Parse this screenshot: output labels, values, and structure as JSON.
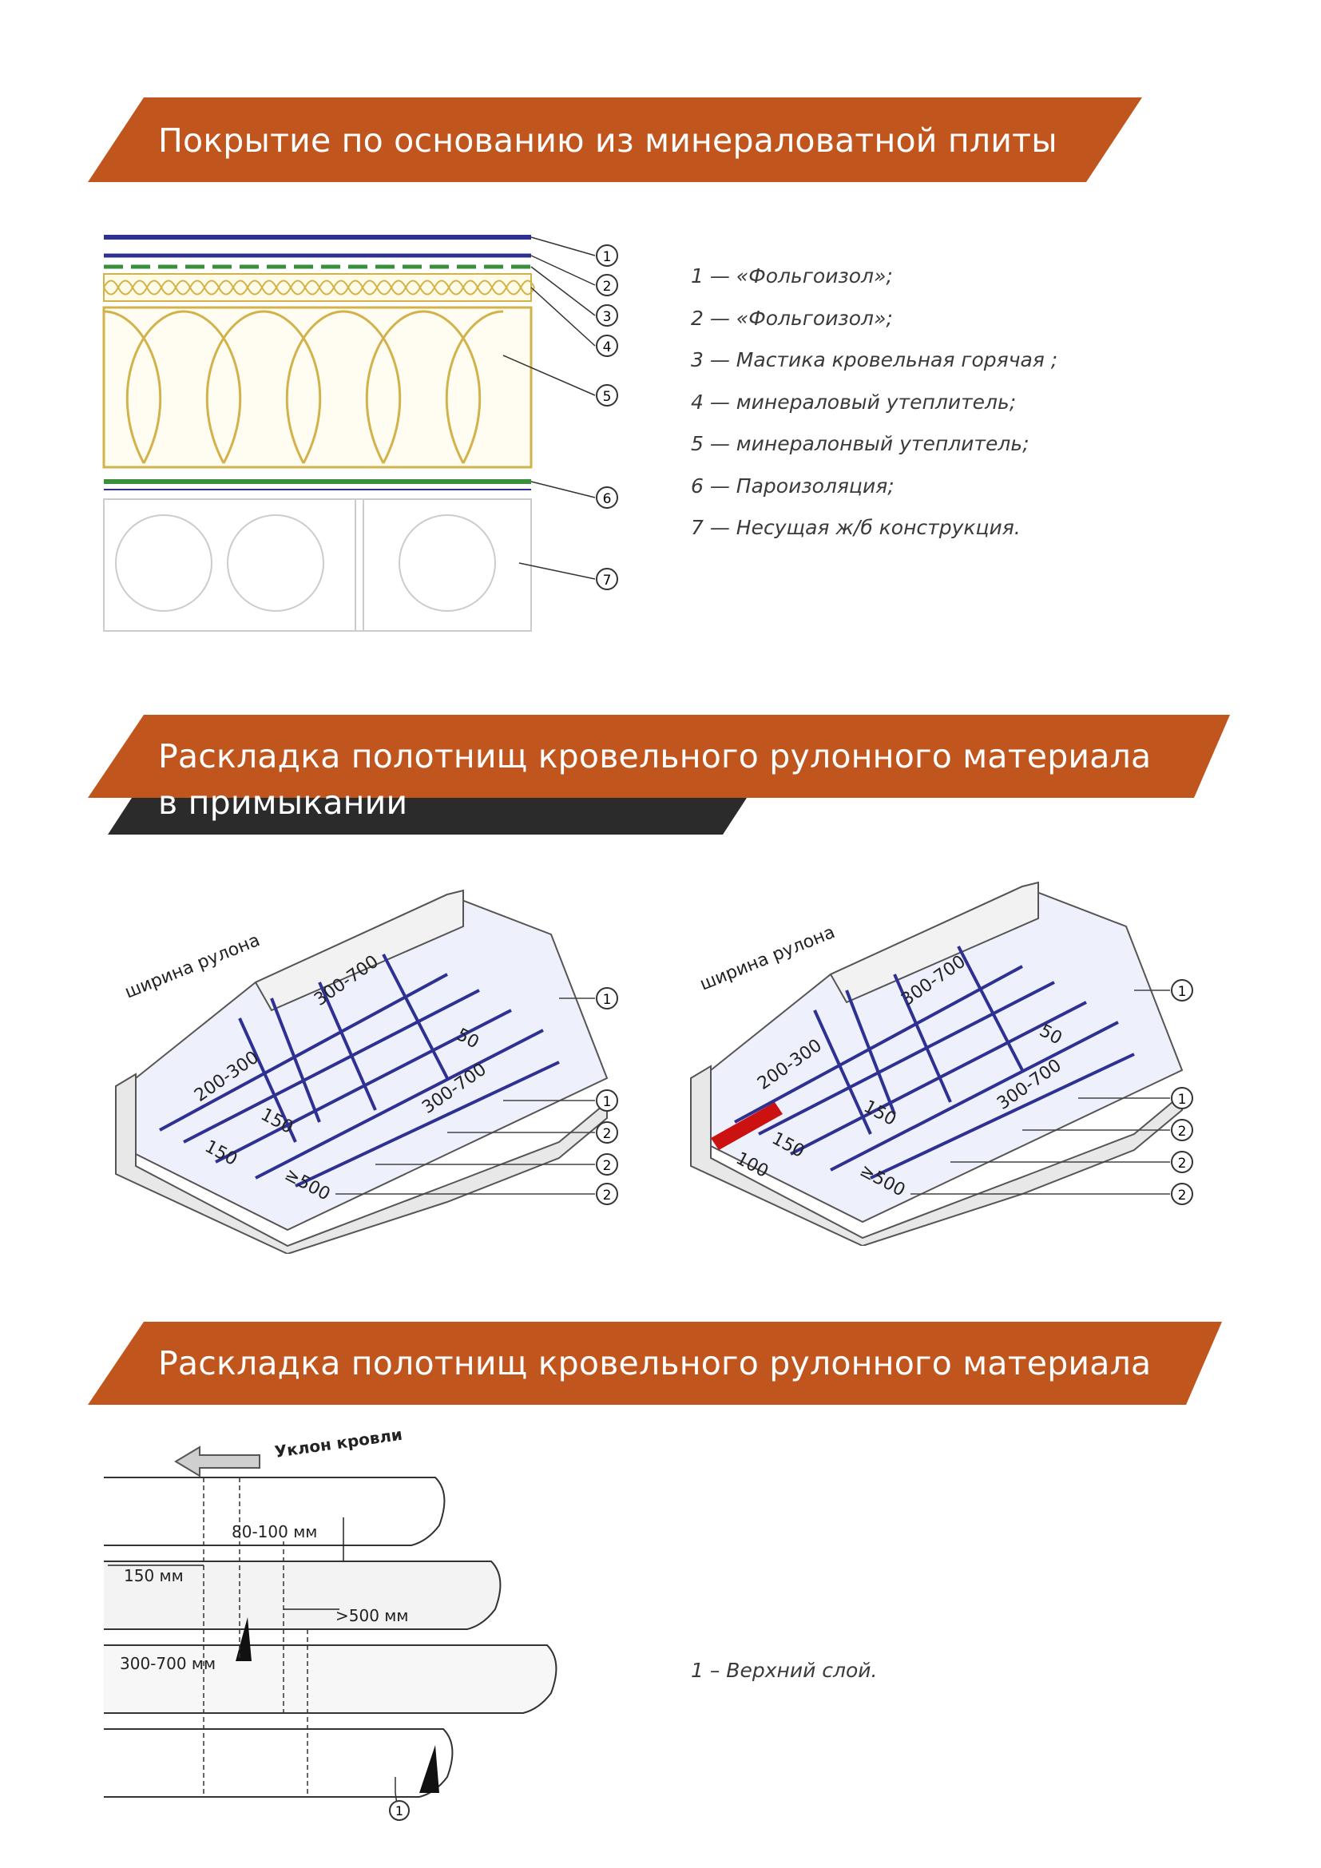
{
  "sections": [
    {
      "title": "Покрытие по основанию из минераловатной плиты"
    },
    {
      "title_line1": "Раскладка полотнищ кровельного рулонного материала",
      "title_line2": "в примыкании"
    },
    {
      "title": "Раскладка полотнищ кровельного рулонного материала"
    }
  ],
  "legend1": [
    "1 — «Фольгоизол»;",
    "2 — «Фольгоизол»;",
    "3 — Мастика кровельная горячая ;",
    "4 — минераловый утеплитель;",
    "5 — минералонвый утеплитель;",
    "6 — Пароизоляция;",
    "7 — Несущая ж/б конструкция."
  ],
  "legend3": [
    "1 – Верхний слой."
  ],
  "fig1_callouts": [
    "1",
    "2",
    "3",
    "4",
    "5",
    "6",
    "7"
  ],
  "fig2a": {
    "dims": [
      "ширина рулона",
      "300-700",
      "50",
      "200-300",
      "150",
      "300-700",
      "150",
      "≥500"
    ],
    "callouts": [
      "1",
      "1",
      "2",
      "2",
      "2"
    ]
  },
  "fig2b": {
    "dims": [
      "ширина рулона",
      "300-700",
      "50",
      "200-300",
      "150",
      "300-700",
      "150",
      "100",
      "≥500"
    ],
    "callouts": [
      "1",
      "1",
      "2",
      "2",
      "2"
    ]
  },
  "fig3": {
    "slope_label": "Уклон кровли",
    "dims": [
      "80-100 мм",
      "150 мм",
      ">500 мм",
      "300-700 мм"
    ],
    "callout": "1"
  },
  "colors": {
    "banner": "#c0561e",
    "banner_dark": "#2b2b2b",
    "navy": "#2e3192",
    "green": "#3a8f3a",
    "wool": "#d2b24a"
  }
}
